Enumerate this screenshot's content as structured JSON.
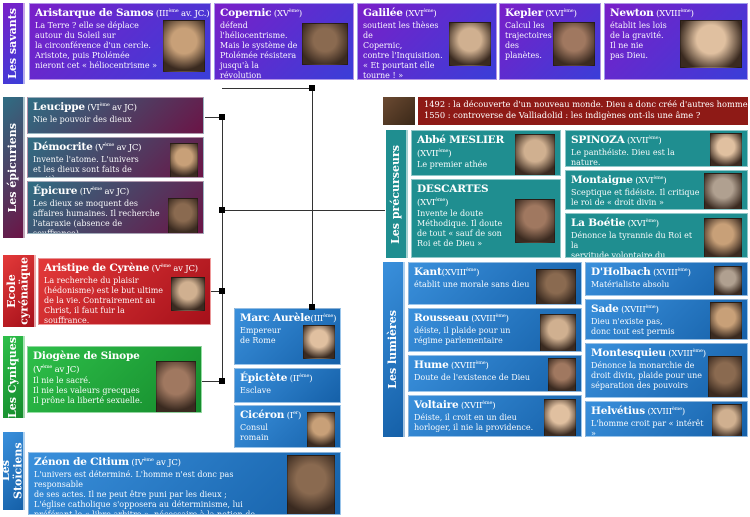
{
  "labels": [
    "Les savants",
    "Les épicuriens",
    "Ecole\ncyrénaïque",
    "Les Cyniques",
    "Les Stoïciens",
    "Les précurseurs",
    "Les lumières"
  ],
  "banner": {
    "line1": "1492 : la découverte d'un nouveau monde. Dieu a donc créé d'autres hommes.",
    "line2": "1550 : controverse de Valliadolid : les indigènes ont-ils une âme ?"
  },
  "cards": [
    {
      "name": "Aristarque de Samos",
      "era": [
        " (III",
        "ème",
        " av. JC.)"
      ],
      "desc": "La Terre ? elle se déplace\nautour du Soleil sur\nla circonférence d'un cercle.\nAristote, puis Ptolémée\nnieront cet « héliocentrisme »",
      "portrait": "aristarque-portrait"
    },
    {
      "name": "Copernic",
      "era": [
        " (XV",
        "ème",
        ")"
      ],
      "desc": "défend l'héliocentrisme.\nMais le système de\nPtolémée résistera\njusqu'à la révolution",
      "portrait": "copernic-portrait"
    },
    {
      "name": "Galilée",
      "era": [
        " (XVI",
        "ème",
        ")"
      ],
      "desc": "soutient les thèses de\nCopernic,\n contre l'Inquisition.\n« Et pourtant elle\ntourne ! »",
      "portrait": "galilee-portrait"
    },
    {
      "name": "Kepler",
      "era": [
        " (XVI",
        "ème",
        ")"
      ],
      "desc": "Calcul les\ntrajectoires\ndes\nplanètes.",
      "portrait": "kepler-portrait"
    },
    {
      "name": "Newton",
      "era": [
        " (XVIII",
        "ème",
        ")"
      ],
      "desc": "établit les lois\nde la gravité.\nIl ne nie\npas Dieu.",
      "portrait": "newton-portrait"
    },
    {
      "name": "Leucippe",
      "era": [
        " (VI",
        "ème",
        " av JC)"
      ],
      "desc": "Nie le pouvoir des dieux",
      "portrait": ""
    },
    {
      "name": "Démocrite",
      "era": [
        " (V",
        "ème",
        " av JC)"
      ],
      "desc": "Invente l'atome. L'univers\net les dieux sont  faits de matière.",
      "portrait": "democrite-portrait"
    },
    {
      "name": "Épicure",
      "era": [
        " (IV",
        "ème",
        " av JC)"
      ],
      "desc": "Les dieux se moquent des\naffaires humaines. Il recherche\nl'ataraxie (absence de souffrance)",
      "portrait": "epicure-portrait"
    },
    {
      "name": "Aristipe de Cyrène",
      "era": [
        " (V",
        "ème",
        " av JC)"
      ],
      "desc": "La recherche du plaisir\n(hédonisme) est le but ultime\nde la vie. Contrairement au\n Christ, il faut fuir la souffrance.",
      "portrait": "aristipe-portrait"
    },
    {
      "name": "Diogène de Sinope",
      "era": [
        "\n(V",
        "ème",
        " av JC)"
      ],
      "desc": "Il nie le sacré.\nIl nie les valeurs grecques\nIl prône la liberté sexuelle.",
      "portrait": "diogene-portrait"
    },
    {
      "name": "Marc Aurèle",
      "era": [
        "(III",
        "ème",
        ")"
      ],
      "desc": "Empereur\nde Rome",
      "portrait": "marc-aurele-portrait"
    },
    {
      "name": "Épictète",
      "era": [
        " (II",
        "ème",
        ")"
      ],
      "desc": "Esclave",
      "portrait": ""
    },
    {
      "name": "Cicéron",
      "era": [
        " (I",
        "er",
        ")"
      ],
      "desc": "Consul\nromain",
      "portrait": "ciceron-portrait"
    },
    {
      "name": "Zénon de Citium",
      "era": [
        "  (IV",
        "ème",
        " av JC)"
      ],
      "desc": "L'univers est déterminé. L'homme n'est donc pas responsable\nde ses actes. Il  ne peut être puni par les dieux ;\nL'église catholique s'opposera au déterminisme, lui\npréférant le « libre arbitre », nécessaire à la notion de péché.",
      "portrait": "zenon-portrait"
    },
    {
      "name": "Abbé MESLIER",
      "era": [
        "\n(XVII",
        "ème",
        ")"
      ],
      "desc": "Le premier athée",
      "portrait": "meslier-portrait"
    },
    {
      "name": "DESCARTES",
      "era": [
        "\n(XVI",
        "ème",
        ")"
      ],
      "desc": "Invente le doute\nMéthodique. Il doute\nde tout « sauf de son\nRoi et de Dieu »",
      "portrait": "descartes-portrait"
    },
    {
      "name": "SPINOZA",
      "era": [
        " (XVII",
        "ème",
        ")"
      ],
      "desc": "Le panthéiste. Dieu est la nature.",
      "portrait": "spinoza-portrait"
    },
    {
      "name": "Montaigne",
      "era": [
        " (XVI",
        "ème",
        ")"
      ],
      "desc": "Sceptique et fidéiste. Il critique\nle roi de « droit divin »",
      "portrait": "montaigne-portrait"
    },
    {
      "name": "La Boétie",
      "era": [
        " (XVI",
        "ème",
        ")"
      ],
      "desc": "Dénonce la tyrannie du Roi et la\nservitude volontaire du peuple..",
      "portrait": "laboetie-portrait"
    },
    {
      "name": "Kant",
      "era": [
        "(XVIII",
        "ème",
        ")"
      ],
      "desc": "établit une morale sans dieu",
      "portrait": "kant-portrait"
    },
    {
      "name": "Rousseau",
      "era": [
        " (XVIII",
        "ème",
        ")"
      ],
      "desc": "déiste, il plaide pour un\nrégime parlementaire",
      "portrait": "rousseau-portrait"
    },
    {
      "name": "Hume",
      "era": [
        " (XVIII",
        "ème",
        ")"
      ],
      "desc": "Doute de l'existence de Dieu",
      "portrait": "hume-portrait"
    },
    {
      "name": "Voltaire",
      "era": [
        " (XVII",
        "ème",
        ")"
      ],
      "desc": "Déiste, il croit en un dieu\nhorloger, il  nie la providence.",
      "portrait": "voltaire-portrait"
    },
    {
      "name": "D'Holbach",
      "era": [
        " (XVIII",
        "ème",
        ")"
      ],
      "desc": "Matérialiste absolu",
      "portrait": "dholbach-portrait"
    },
    {
      "name": "Sade",
      "era": [
        " (XVIII",
        "ème",
        ")"
      ],
      "desc": "Dieu n'existe pas,\ndonc tout est permis",
      "portrait": "sade-portrait"
    },
    {
      "name": "Montesquieu",
      "era": [
        " (XVIII",
        "ème",
        ")"
      ],
      "desc": "Dénonce la monarchie de\ndroit divin, plaide pour une\nséparation des pouvoirs",
      "portrait": "montesquieu-portrait"
    },
    {
      "name": "Helvétius",
      "era": [
        " (XVIII",
        "ème",
        ")"
      ],
      "desc": "L'homme croit  par « intérêt »",
      "portrait": "helvetius-portrait"
    }
  ]
}
